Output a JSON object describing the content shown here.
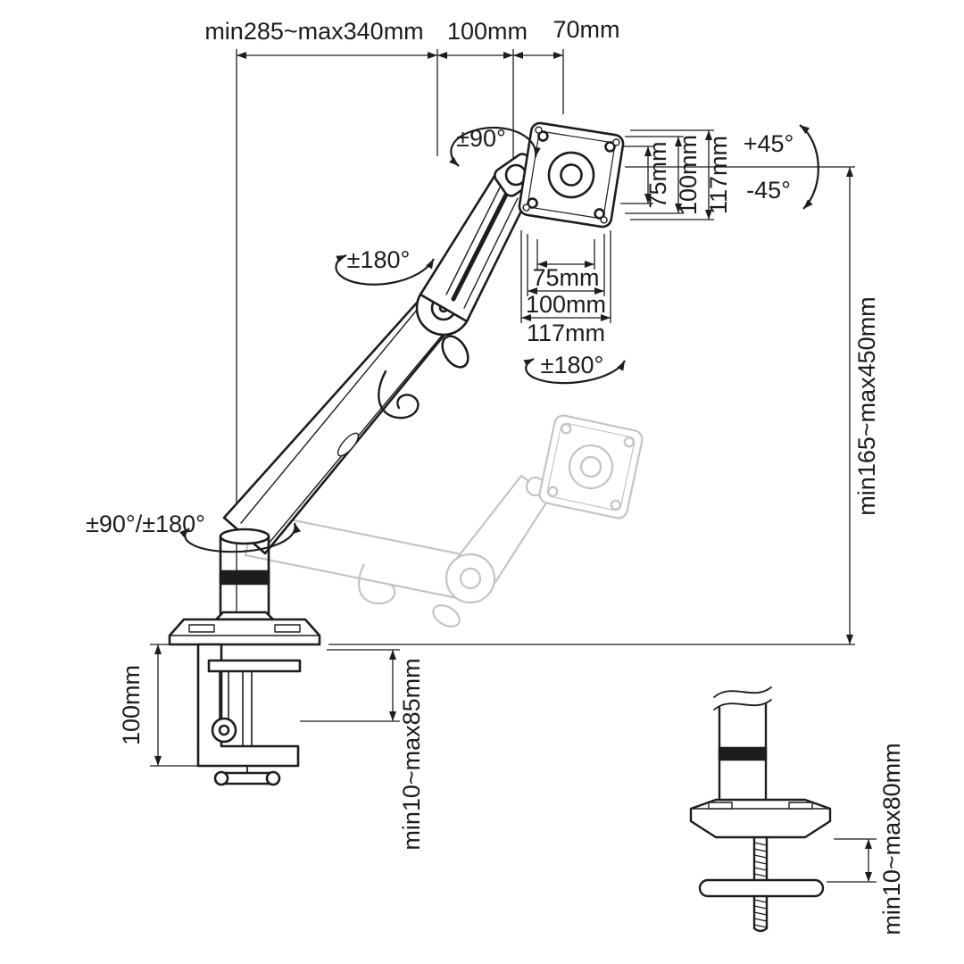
{
  "diagram": {
    "labels": {
      "top_span": "min285~max340mm",
      "top_mid": "100mm",
      "top_right": "70mm",
      "swivel_head": "±90°",
      "tilt_up": "+45°",
      "tilt_down": "-45°",
      "height_range": "min165~max450mm",
      "vesa_side_75": "75mm",
      "vesa_side_100": "100mm",
      "vesa_side_117": "117mm",
      "vesa_bottom_75": "75mm",
      "vesa_bottom_100": "100mm",
      "vesa_bottom_117": "117mm",
      "swivel_elbow": "±180°",
      "swivel_ghost_head": "±180°",
      "swivel_base": "±90°/±180°",
      "clamp_depth": "100mm",
      "clamp_range": "min10~max85mm",
      "grommet_range": "min10~max80mm"
    },
    "colors": {
      "ink": "#1d1d1b",
      "ghost": "#c4c4c4",
      "background": "#ffffff"
    }
  }
}
